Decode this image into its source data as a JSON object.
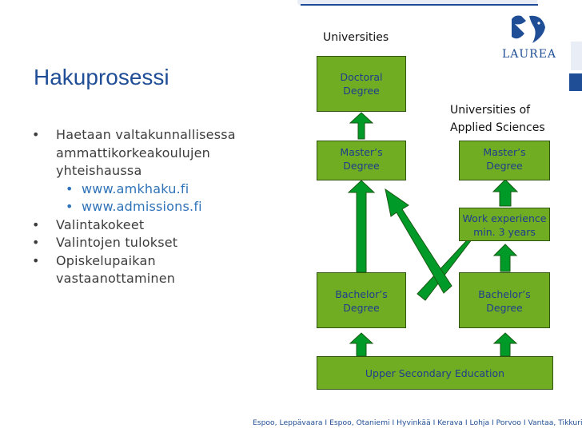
{
  "title": "Hakuprosessi",
  "bullets": {
    "b1": "Haetaan valtakunnallisessa ammattikorkeakoulujen yhteishaussa",
    "sub1": "www.amkhaku.fi",
    "sub2": "www.admissions.fi",
    "b2": "Valintakokeet",
    "b3": "Valintojen tulokset",
    "b4": "Opiskelupaikan vastaanottaminen"
  },
  "diagram": {
    "universities_header": "Universities",
    "uas_header_line1": "Universities of",
    "uas_header_line2": "Applied Sciences",
    "doctoral": [
      "Doctoral",
      "Degree"
    ],
    "masters_uni": [
      "Master’s",
      "Degree"
    ],
    "bachelors_uni": [
      "Bachelor’s",
      "Degree"
    ],
    "masters_uas": [
      "Master’s",
      "Degree"
    ],
    "work_experience": [
      "Work experience",
      "min. 3 years"
    ],
    "bachelors_uas": [
      "Bachelor’s",
      "Degree"
    ],
    "upper_secondary": "Upper Secondary Education"
  },
  "logo_text": "LAUREA",
  "footer": "Espoo, Leppävaara I Espoo, Otaniemi I Hyvinkää I Kerava I Lohja I Porvoo I Vantaa, Tikkurila",
  "colors": {
    "box_fill": "#70ad23",
    "arrow_fill": "#009a28",
    "brand_blue": "#1f4e96"
  }
}
